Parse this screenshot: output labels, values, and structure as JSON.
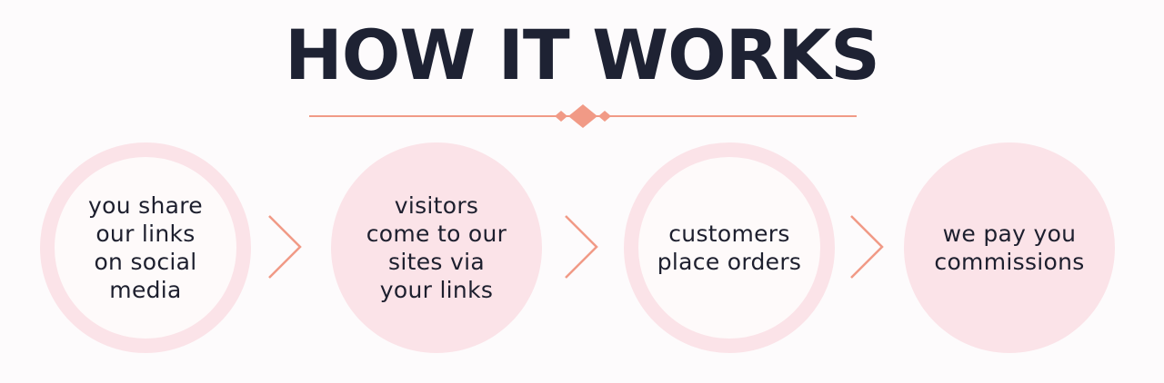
{
  "heading": {
    "title": "HOW IT WORKS"
  },
  "colors": {
    "accent": "#f19a86",
    "circle_fill": "#fbe3e8",
    "text": "#1e2233"
  },
  "steps": [
    {
      "label": "you share\nour links\non social\nmedia",
      "style": "ring"
    },
    {
      "label": "visitors\ncome to our\nsites via\nyour links",
      "style": "filled"
    },
    {
      "label": "customers\nplace orders",
      "style": "ring"
    },
    {
      "label": "we pay you\ncommissions",
      "style": "filled"
    }
  ],
  "connectors": [
    {
      "icon": "chevron-right-icon"
    },
    {
      "icon": "chevron-right-icon"
    },
    {
      "icon": "chevron-right-icon"
    }
  ]
}
